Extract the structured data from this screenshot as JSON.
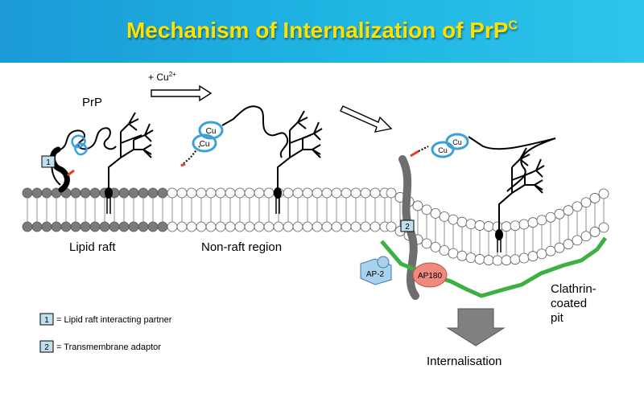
{
  "title": {
    "main": "Mechanism of Internalization of PrP",
    "superscript": "C"
  },
  "labels": {
    "prp": "PrP",
    "cu_addition": "+ Cu",
    "cu_superscript": "2+",
    "cu": "Cu",
    "lipid_raft": "Lipid raft",
    "non_raft": "Non-raft region",
    "ap2": "AP-2",
    "ap180": "AP180",
    "clathrin_1": "Clathrin-",
    "clathrin_2": "coated",
    "clathrin_3": "pit",
    "internalisation": "Internalisation",
    "box_1": "1",
    "box_2": "2"
  },
  "legend": [
    {
      "key": "1",
      "text": "= Lipid raft interacting partner"
    },
    {
      "key": "2",
      "text": "= Transmembrane adaptor"
    }
  ],
  "colors": {
    "banner": "#1fb6e3",
    "title": "#ffe100",
    "copper_loop": "#3aa0d8",
    "clathrin": "#3cb043",
    "ap180": "#f08a7e",
    "ap2": "#a9d3ec",
    "adaptor_box": "#bfe0ef",
    "raft_heads": "#7a7a7a"
  }
}
